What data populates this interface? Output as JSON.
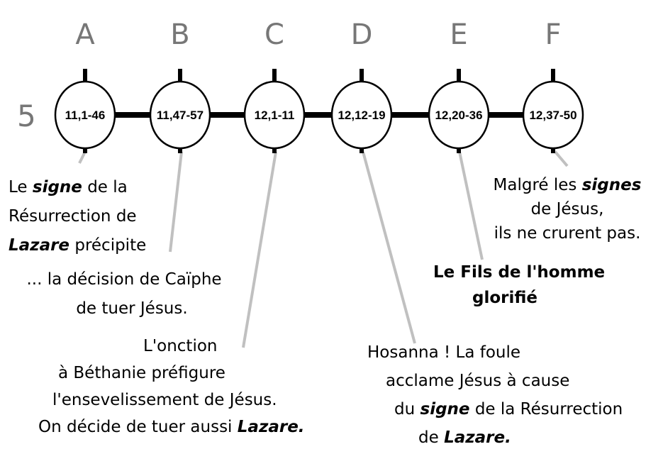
{
  "row_number": "5",
  "nodes": [
    {
      "letter": "A",
      "ref": "11,1-46"
    },
    {
      "letter": "B",
      "ref": "11,47-57"
    },
    {
      "letter": "C",
      "ref": "12,1-11"
    },
    {
      "letter": "D",
      "ref": "12,12-19"
    },
    {
      "letter": "E",
      "ref": "12,20-36"
    },
    {
      "letter": "F",
      "ref": "12,37-50"
    }
  ],
  "notes": {
    "a": {
      "l1_pre": "Le ",
      "l1_em": "signe",
      "l1_post": " de la",
      "l2": "Résurrection de",
      "l3_em": "Lazare",
      "l3_post": " précipite"
    },
    "b": {
      "l1": "... la décision de Caïphe",
      "l2": "de tuer Jésus."
    },
    "c": {
      "l1": "L'onction",
      "l2": "à Béthanie  préfigure",
      "l3": "l'ensevelissement  de Jésus.",
      "l4_pre": "On décide de tuer aussi ",
      "l4_em": "Lazare."
    },
    "d": {
      "l1": "Hosanna ! La foule",
      "l2": "acclame Jésus à cause",
      "l3_pre": "du ",
      "l3_em": "signe",
      "l3_post": " de la Résurrection",
      "l4_pre": "de ",
      "l4_em": "Lazare."
    },
    "e": {
      "l1": "Le Fils de l'homme",
      "l2": "glorifié"
    },
    "f": {
      "l1_pre": "Malgré les ",
      "l1_em": "signes",
      "l2": "de Jésus,",
      "l3": "ils ne crurent pas."
    }
  },
  "colors": {
    "line": "#000000",
    "pointer": "#c0c0c0",
    "letter": "#777777"
  }
}
